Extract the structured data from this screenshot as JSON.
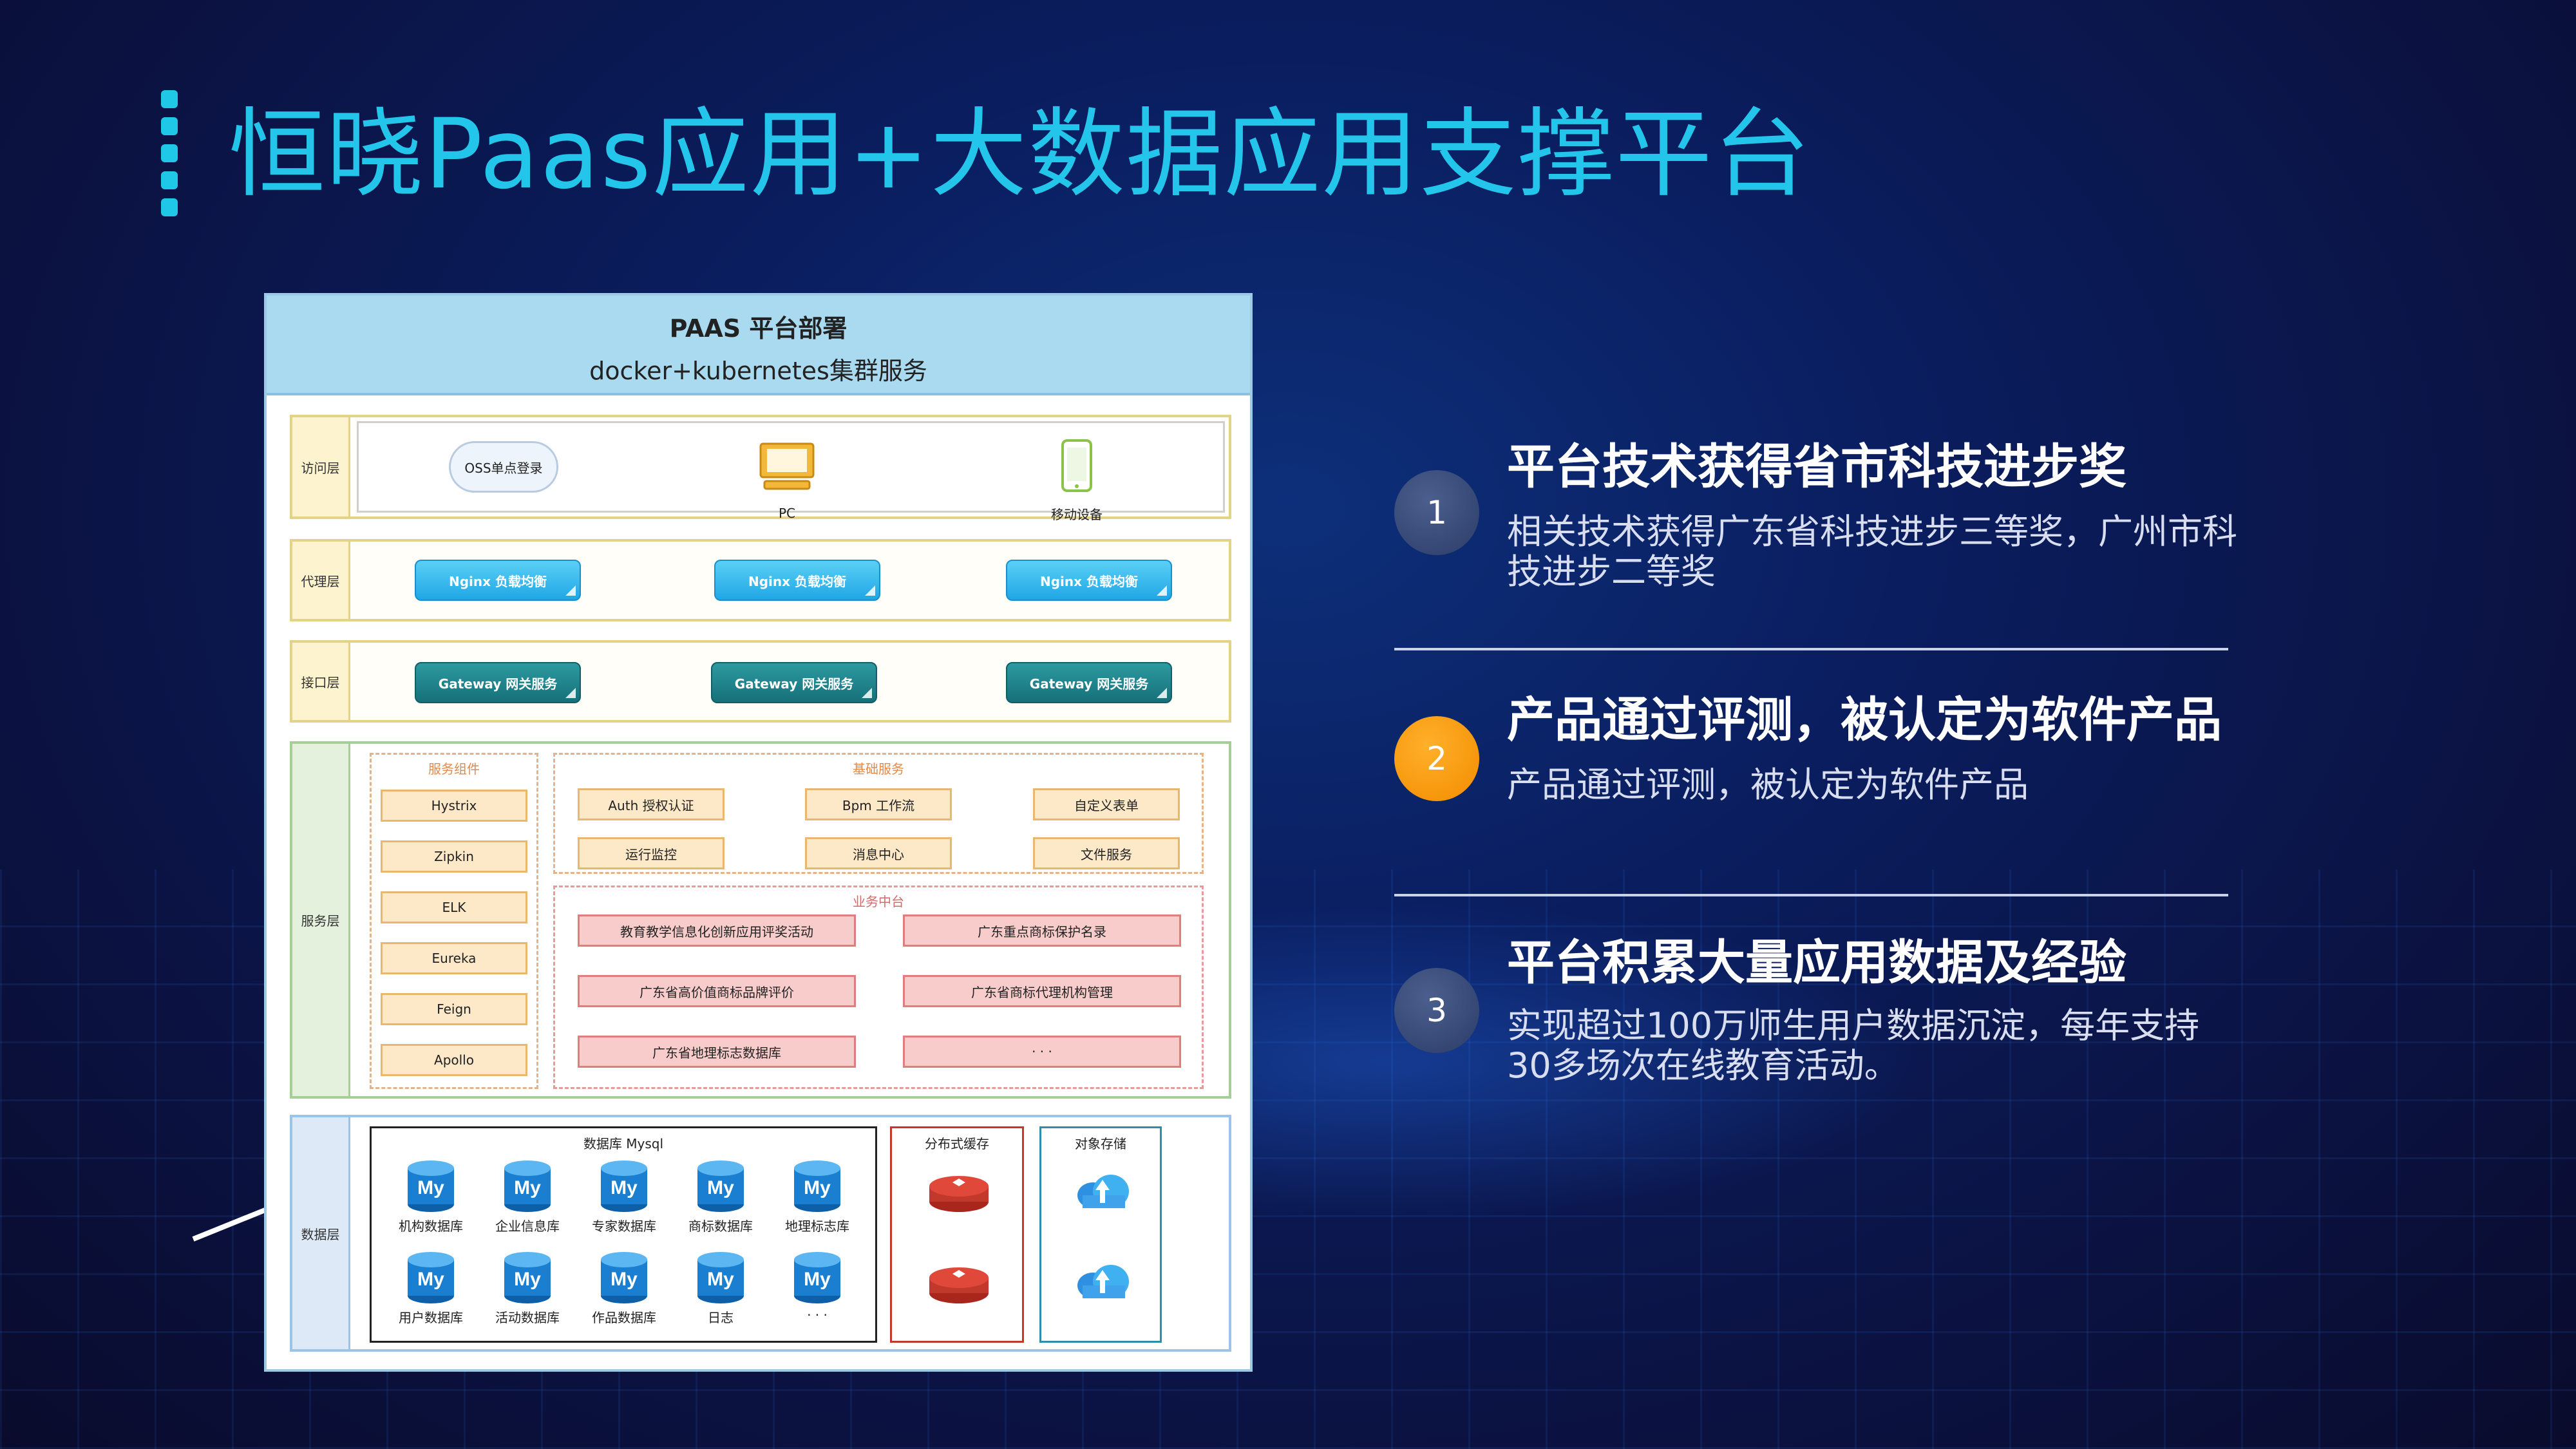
{
  "slide": {
    "title": "恒晓Paas应用+大数据应用支撑平台"
  },
  "diagram": {
    "title": "PAAS 平台部署",
    "subtitle": "docker+kubernetes集群服务",
    "layers": {
      "access": {
        "label": "访问层",
        "oss": "OSS单点登录",
        "pc": "PC",
        "mobile": "移动设备"
      },
      "proxy": {
        "label": "代理层",
        "items": [
          "Nginx 负载均衡",
          "Nginx 负载均衡",
          "Nginx 负载均衡"
        ]
      },
      "interface": {
        "label": "接口层",
        "items": [
          "Gateway 网关服务",
          "Gateway 网关服务",
          "Gateway 网关服务"
        ]
      },
      "service": {
        "label": "服务层",
        "components_title": "服务组件",
        "components": [
          "Hystrix",
          "Zipkin",
          "ELK",
          "Eureka",
          "Feign",
          "Apollo"
        ],
        "base_title": "基础服务",
        "base": [
          "Auth 授权认证",
          "Bpm 工作流",
          "自定义表单",
          "运行监控",
          "消息中心",
          "文件服务"
        ],
        "biz_title": "业务中台",
        "biz": [
          "教育教学信息化创新应用评奖活动",
          "广东重点商标保护名录",
          "广东省高价值商标品牌评价",
          "广东省商标代理机构管理",
          "广东省地理标志数据库",
          "· · ·"
        ]
      },
      "data": {
        "label": "数据层",
        "mysql_title": "数据库 Mysql",
        "mysql_icon_text": "My",
        "databases": [
          "机构数据库",
          "企业信息库",
          "专家数据库",
          "商标数据库",
          "地理标志库",
          "用户数据库",
          "活动数据库",
          "作品数据库",
          "日志",
          "· · ·"
        ],
        "cache_title": "分布式缓存",
        "object_title": "对象存储"
      }
    }
  },
  "highlights": [
    {
      "number": "1",
      "title": "平台技术获得省市科技进步奖",
      "desc": "相关技术获得广东省科技进步三等奖，广州市科技进步二等奖"
    },
    {
      "number": "2",
      "title": "产品通过评测，被认定为软件产品",
      "desc": "产品通过评测，被认定为软件产品"
    },
    {
      "number": "3",
      "title": "平台积累大量应用数据及经验",
      "desc": "实现超过100万师生用户数据沉淀，每年支持30多场次在线教育活动。"
    }
  ],
  "colors": {
    "title": "#23c5ea",
    "badge_gray": "#34477a",
    "badge_orange": "#f7a011",
    "nginx": "#20a6e6",
    "gateway": "#16707a"
  }
}
